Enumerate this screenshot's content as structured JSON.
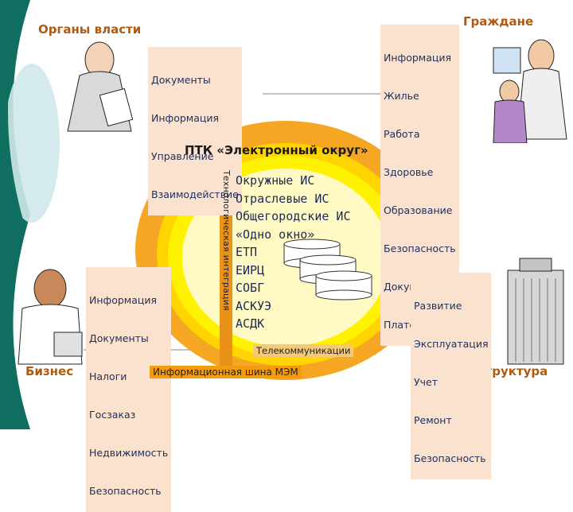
{
  "corners": {
    "authorities": "Органы власти",
    "citizens": "Граждане",
    "business": "Бизнес",
    "infrastructure": "Инфраструктура"
  },
  "authorities_box": [
    "Документы",
    "Информация",
    "Управление",
    "Взаимодействие"
  ],
  "citizens_box": [
    "Информация",
    "Жилье",
    "Работа",
    "Здоровье",
    "Образование",
    "Безопасность",
    "Документы",
    "Платежи"
  ],
  "business_box": [
    "Информация",
    "Документы",
    "Налоги",
    "Госзаказ",
    "Недвижимость",
    "Безопасность"
  ],
  "infrastructure_box": [
    "Развитие",
    "Эксплуатация",
    "Учет",
    "Ремонт",
    "Безопасность"
  ],
  "center": {
    "title": "ПТК «Электронный округ»",
    "vertical_label": "Технологическая интеграция",
    "systems": [
      "Окружные ИС",
      "Отраслевые ИС",
      "Общегородские ИС",
      "«Одно окно»",
      "ЕТП",
      "ЕИРЦ",
      "СОБГ",
      "АСКУЭ",
      "АСДК"
    ],
    "telecom": "Телекоммуникации",
    "bus": "Информационная шина МЭМ"
  },
  "colors": {
    "ring_outer": "#f5a623",
    "ring_yellow": "#ffd400",
    "ring_bright": "#fff200",
    "core": "#fff9c4",
    "bus_band": "#f39c12",
    "label_box": "#fbe2cf",
    "teal": "#0f6e5f"
  }
}
